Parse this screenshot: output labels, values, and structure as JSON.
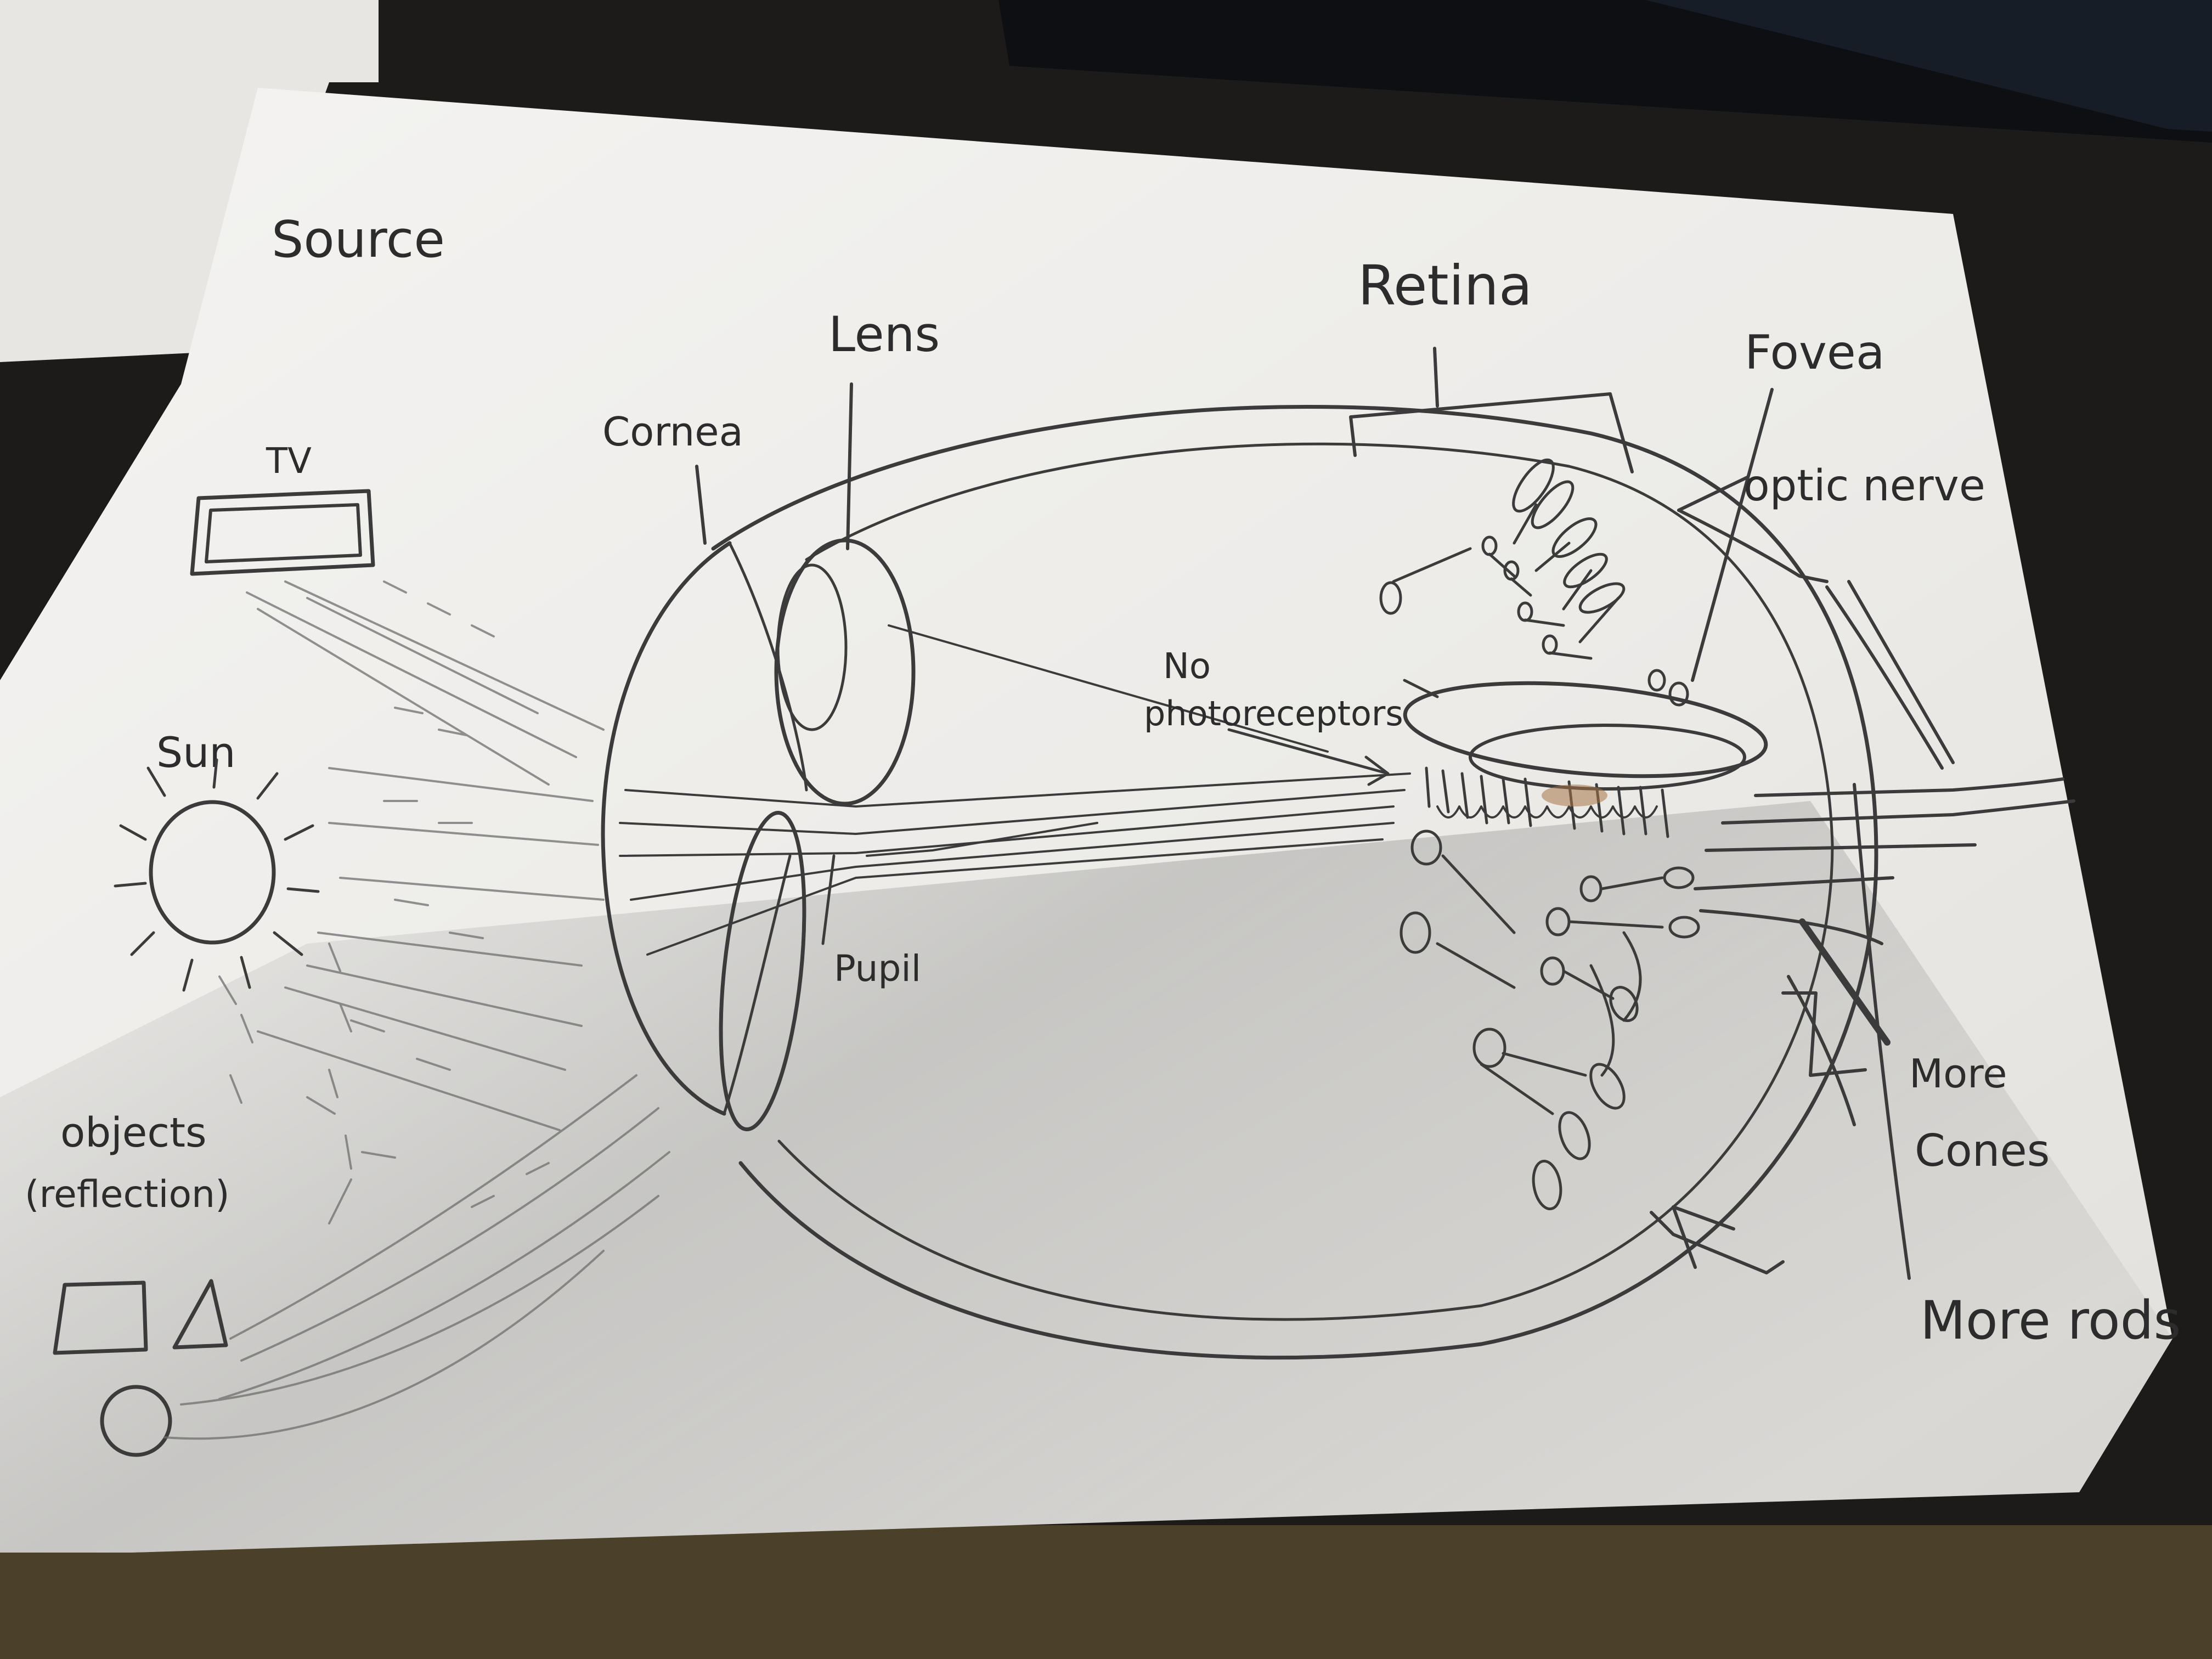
{
  "labels": {
    "source": "Source",
    "tv": "TV",
    "sun": "Sun",
    "objects_line1": "objects",
    "objects_line2": "(reflection)",
    "lens": "Lens",
    "cornea": "Cornea",
    "retina": "Retina",
    "fovea": "Fovea",
    "optic_nerve": "optic nerve",
    "no_photoreceptors_line1": "No",
    "no_photoreceptors_line2": "photoreceptors",
    "pupil": "Pupil",
    "more_cones_line1": "More",
    "more_cones_line2": "Cones",
    "more_rods": "More rods"
  },
  "colors": {
    "paper": "#efeeec",
    "pencil": "#3b3b3b",
    "desk": "#1b1a18",
    "carpet": "#4a4128"
  }
}
